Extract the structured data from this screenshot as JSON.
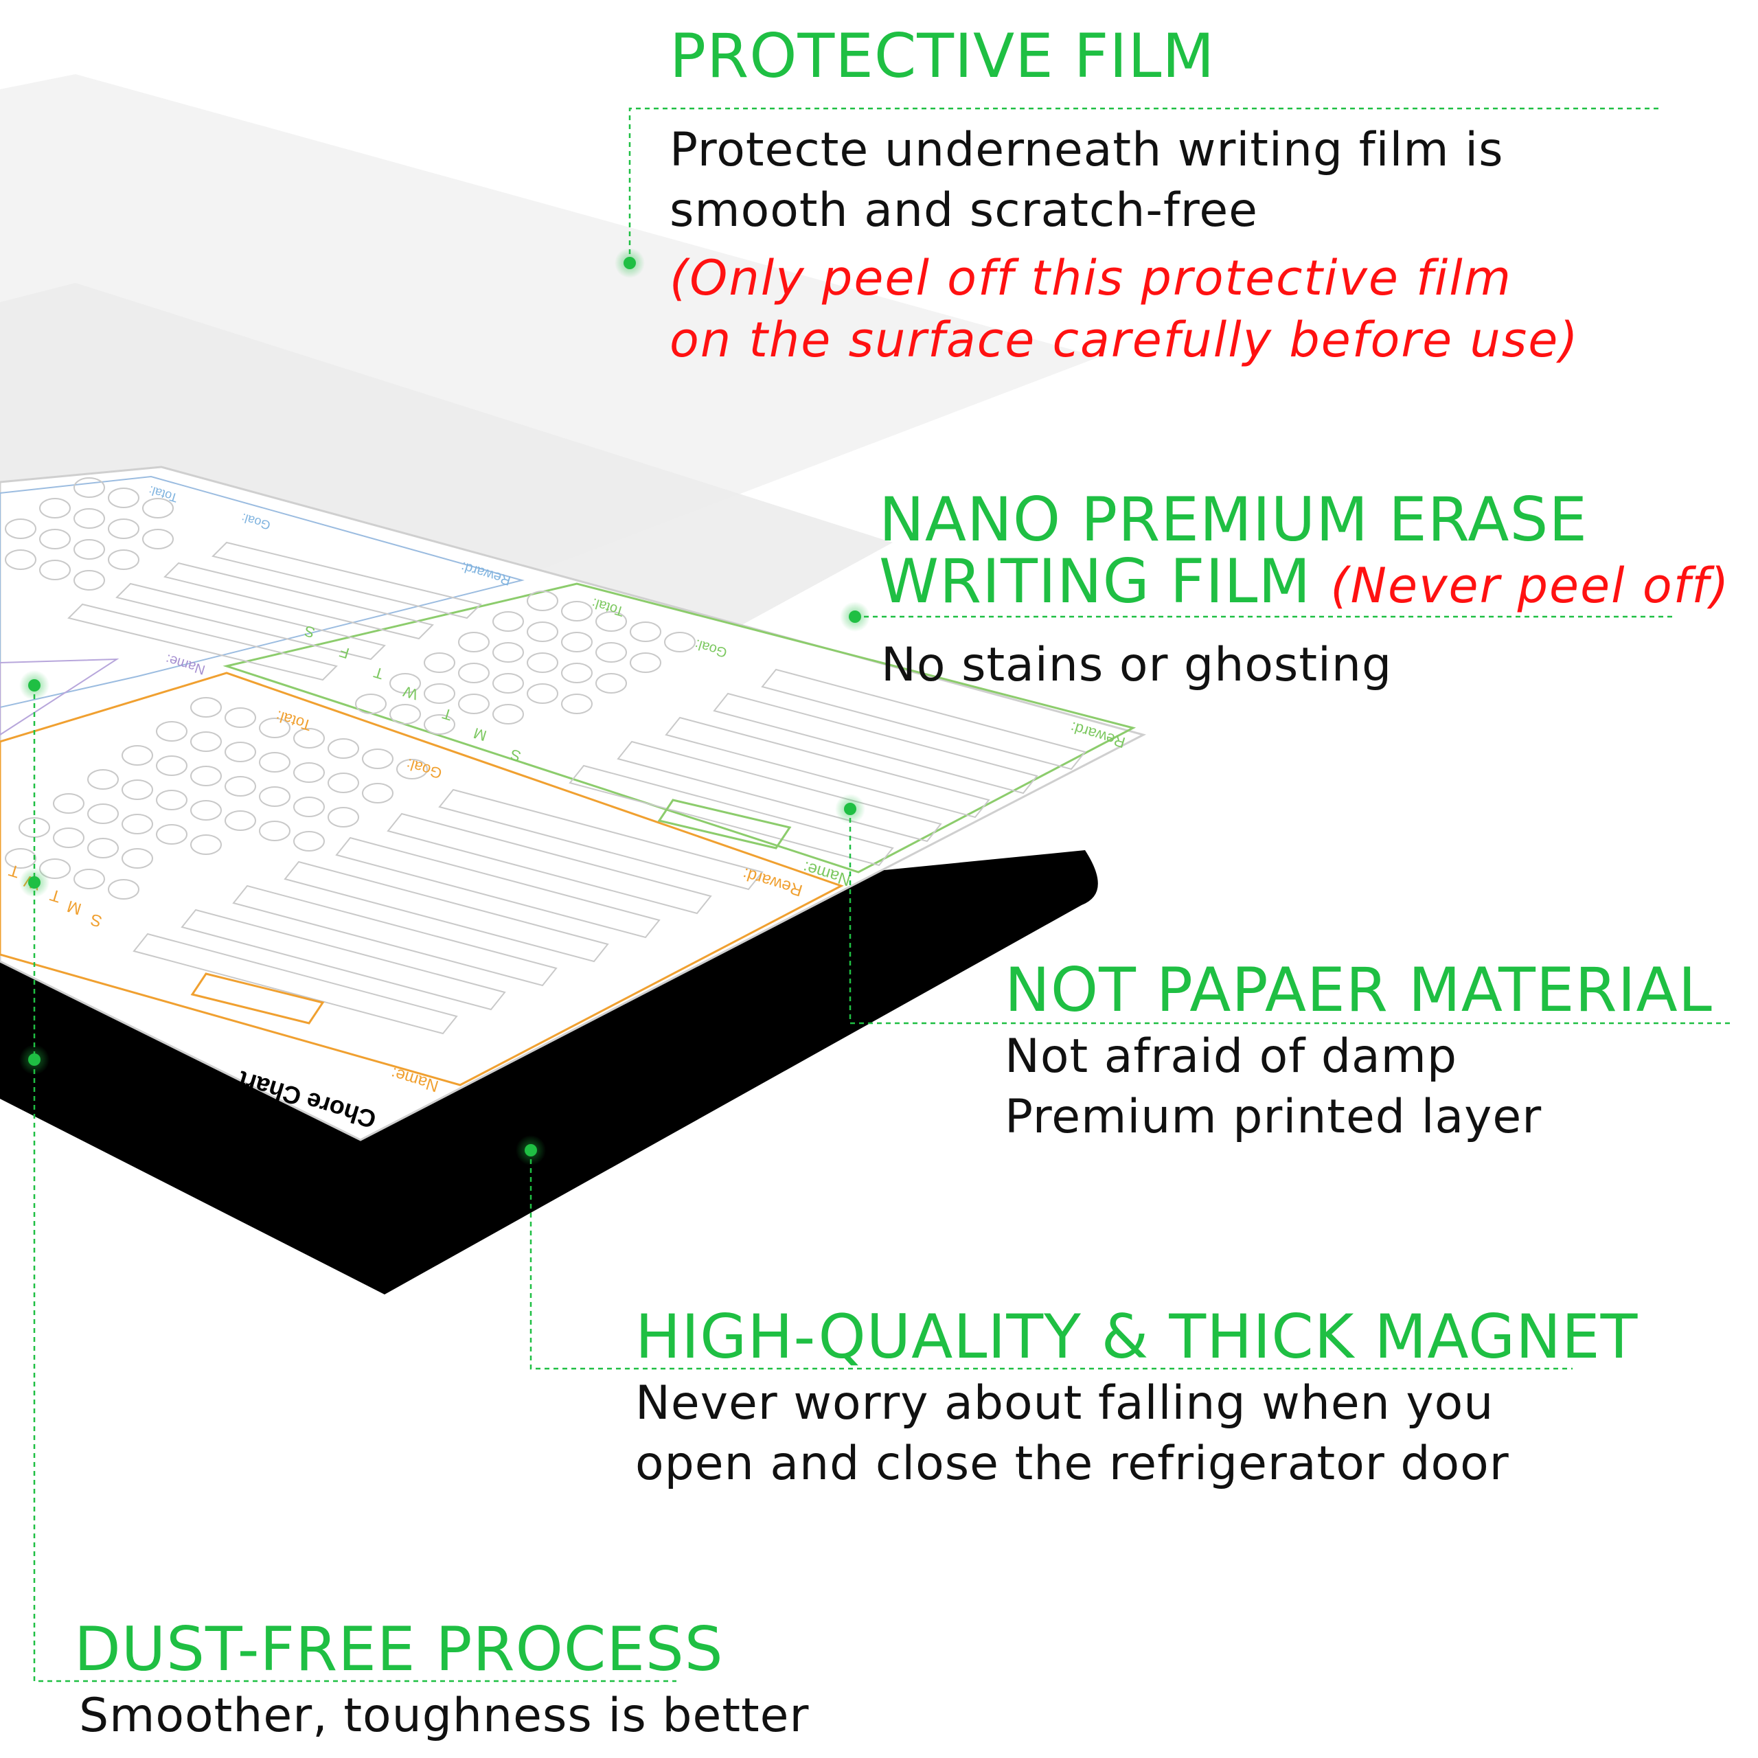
{
  "callouts": {
    "protective_film": {
      "title": "PROTECTIVE FILM",
      "body": [
        "Protecte underneath writing film is",
        "smooth and scratch-free"
      ],
      "note": [
        "(Only peel off this protective film",
        "on the surface carefully before use)"
      ]
    },
    "writing_film": {
      "title": [
        "NANO PREMIUM ERASE",
        "WRITING FILM"
      ],
      "note": "(Never peel off)",
      "body": "No stains or ghosting"
    },
    "not_paper": {
      "title": "NOT PAPAER MATERIAL",
      "body": [
        "Not afraid of damp",
        "Premium printed layer"
      ]
    },
    "magnet": {
      "title": "HIGH-QUALITY & THICK MAGNET",
      "body": [
        "Never worry about falling when you",
        "open and close the refrigerator door"
      ]
    },
    "dust_free": {
      "title": "DUST-FREE PROCESS",
      "body": "Smoother, toughness is better"
    }
  },
  "chore_chart": {
    "title": "Chore Chart",
    "name_label": "Name:",
    "reward_label": "Reward:",
    "goal_label": "Goal:",
    "total_label": "Total:",
    "days": [
      "S",
      "M",
      "T",
      "W",
      "T",
      "F",
      "S"
    ]
  },
  "colors": {
    "heading_green": "#1fbf43",
    "note_red": "#ff1111",
    "body_text": "#111111",
    "magnet_black": "#000000",
    "orange_panel": "#f0a030",
    "green_panel": "#7cc860",
    "purple_panel": "#a58fd0",
    "blue_panel": "#7fb3df"
  }
}
